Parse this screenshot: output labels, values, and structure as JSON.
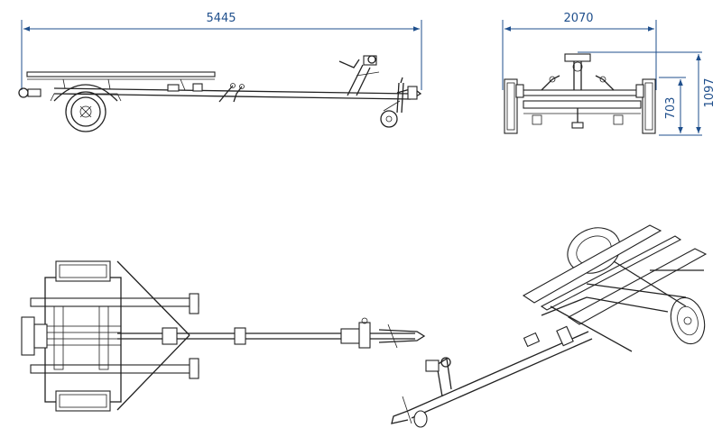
{
  "dimensions": {
    "length": "5445",
    "width": "2070",
    "height_total": "1097",
    "height_frame": "703"
  },
  "colors": {
    "dimension_line": "#1f4f8c",
    "drawing_line": "#222222",
    "background": "#ffffff"
  }
}
